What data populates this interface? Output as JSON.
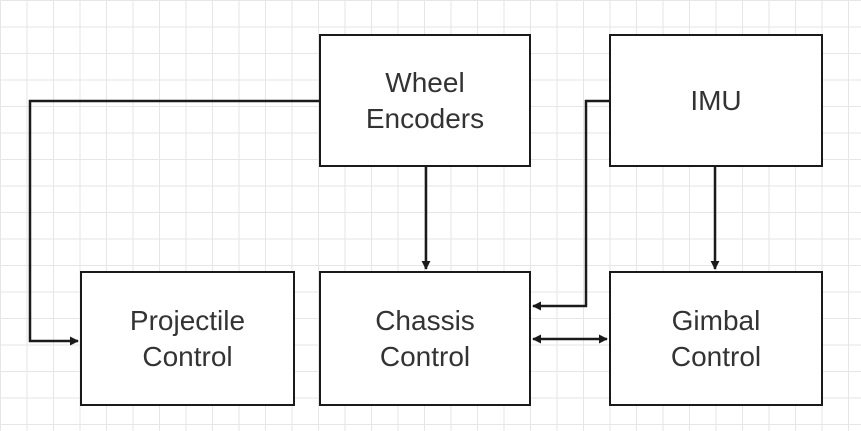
{
  "nodes": {
    "wheel_encoders": "Wheel\nEncoders",
    "imu": "IMU",
    "projectile_control": "Projectile\nControl",
    "chassis_control": "Chassis\nControl",
    "gimbal_control": "Gimbal\nControl"
  },
  "edges": [
    {
      "from": "Wheel Encoders",
      "to": "Projectile Control",
      "direction": "forward"
    },
    {
      "from": "Wheel Encoders",
      "to": "Chassis Control",
      "direction": "forward"
    },
    {
      "from": "IMU",
      "to": "Chassis Control",
      "direction": "forward"
    },
    {
      "from": "IMU",
      "to": "Gimbal Control",
      "direction": "forward"
    },
    {
      "from": "Chassis Control",
      "to": "Gimbal Control",
      "direction": "bidirectional"
    }
  ],
  "colors": {
    "stroke": "#1a1a1a",
    "text": "#333333",
    "grid": "#e6e6e6",
    "background": "#ffffff"
  }
}
